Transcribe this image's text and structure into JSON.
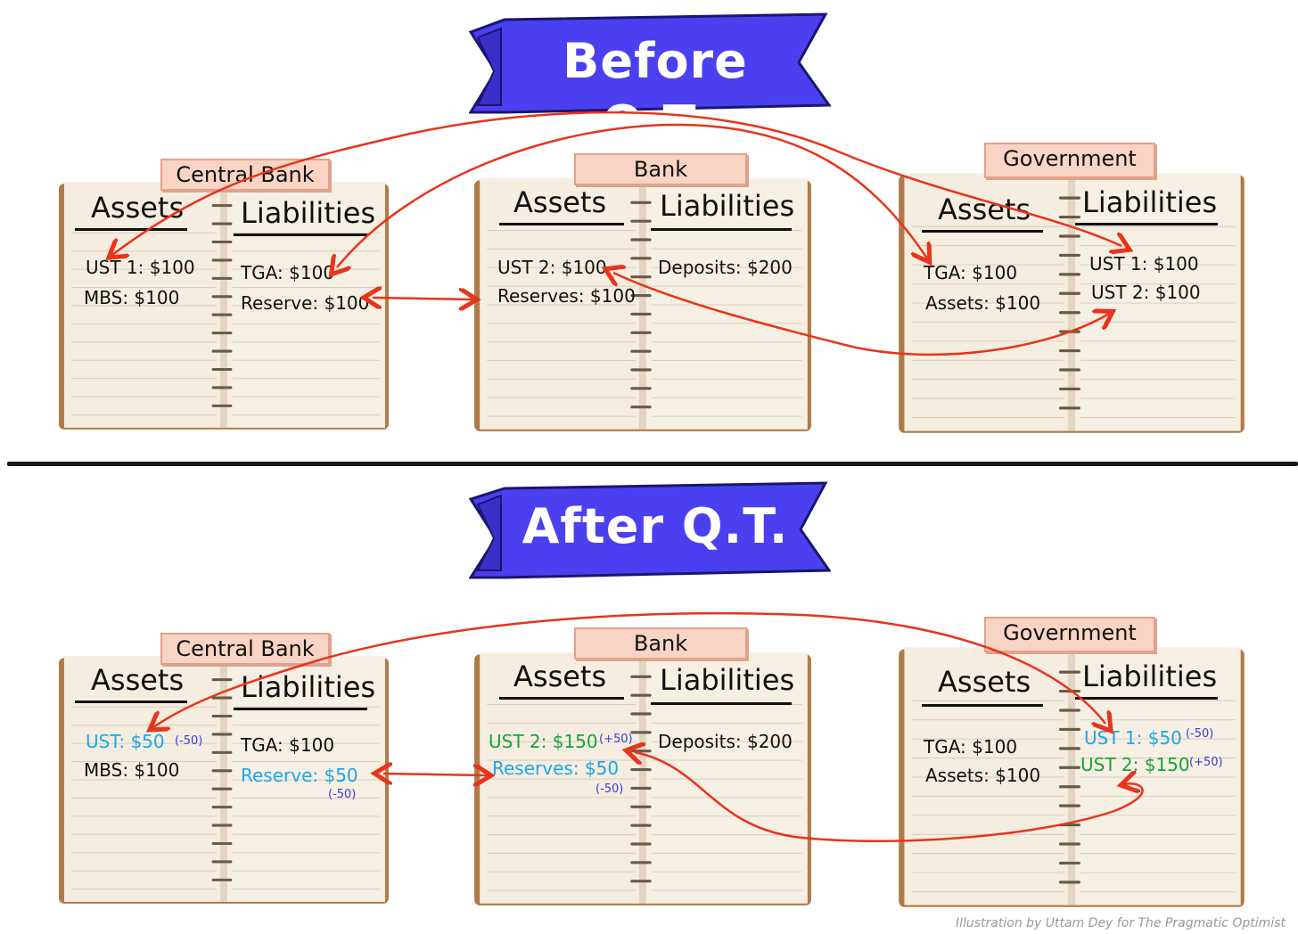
{
  "banners": {
    "before": "Before Q.T.",
    "after": "After Q.T."
  },
  "before": {
    "central_bank": {
      "tag": "Central Bank",
      "assets_head": "Assets",
      "liabilities_head": "Liabilities",
      "assets": [
        "UST 1: $100",
        "MBS: $100"
      ],
      "liabilities": [
        "TGA: $100",
        "Reserve: $100"
      ]
    },
    "bank": {
      "tag": "Bank",
      "assets_head": "Assets",
      "liabilities_head": "Liabilities",
      "assets": [
        "UST 2: $100",
        "Reserves: $100"
      ],
      "liabilities": [
        "Deposits: $200"
      ]
    },
    "government": {
      "tag": "Government",
      "assets_head": "Assets",
      "liabilities_head": "Liabilities",
      "assets": [
        "TGA: $100",
        "Assets: $100"
      ],
      "liabilities": [
        "UST 1: $100",
        "UST 2: $100"
      ]
    }
  },
  "after": {
    "central_bank": {
      "tag": "Central Bank",
      "assets_head": "Assets",
      "liabilities_head": "Liabilities",
      "asset_1": "UST: $50",
      "asset_1_delta": "(-50)",
      "asset_2": "MBS: $100",
      "liability_1": "TGA: $100",
      "liability_2": "Reserve: $50",
      "liability_2_delta": "(-50)"
    },
    "bank": {
      "tag": "Bank",
      "assets_head": "Assets",
      "liabilities_head": "Liabilities",
      "asset_1": "UST 2: $150",
      "asset_1_delta": "(+50)",
      "asset_2": "Reserves: $50",
      "asset_2_delta": "(-50)",
      "liability_1": "Deposits: $200"
    },
    "government": {
      "tag": "Government",
      "assets_head": "Assets",
      "liabilities_head": "Liabilities",
      "asset_1": "TGA: $100",
      "asset_2": "Assets: $100",
      "liability_1": "UST 1: $50",
      "liability_1_delta": "(-50)",
      "liability_2": "UST 2: $150",
      "liability_2_delta": "(+50)"
    }
  },
  "credit": "Illustration by Uttam Dey for The Pragmatic Optimist",
  "colors": {
    "banner": "#4a40f0",
    "arrow": "#e8341c",
    "decrease": "#1aa7e8",
    "increase": "#17a33a",
    "delta": "#3b3bd8"
  }
}
